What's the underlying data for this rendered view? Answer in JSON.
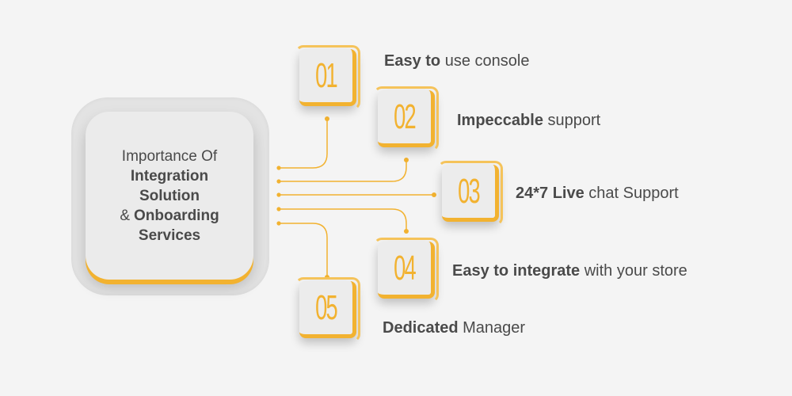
{
  "hub": {
    "line1": "Importance Of",
    "line2": "Integration",
    "line3": "Solution",
    "amp": "&",
    "line4": "Onboarding",
    "line5": "Services"
  },
  "items": [
    {
      "number": "01",
      "bold": "Easy to",
      "rest": " use console"
    },
    {
      "number": "02",
      "bold": "Impeccable",
      "rest": " support"
    },
    {
      "number": "03",
      "bold": "24*7 Live",
      "rest": " chat Support"
    },
    {
      "number": "04",
      "bold": "Easy to integrate",
      "rest": " with your store"
    },
    {
      "number": "05",
      "bold": "Dedicated",
      "rest": " Manager"
    }
  ],
  "colors": {
    "accent": "#f2b230",
    "text": "#4a4a4a",
    "background": "#f4f4f4"
  }
}
